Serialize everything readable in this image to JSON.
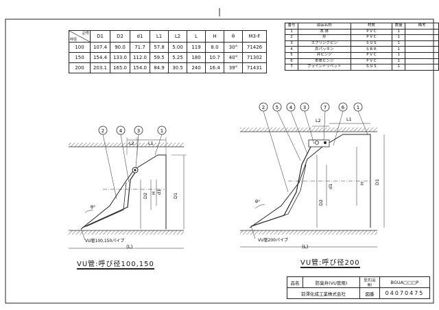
{
  "dimension_table": {
    "corner_top": "記号",
    "corner_bottom": "呼径",
    "headers": [
      "D1",
      "D2",
      "d1",
      "L1",
      "L2",
      "L",
      "H",
      "θ",
      "M3-F"
    ],
    "rows": [
      {
        "size": "100",
        "cells": [
          "107.4",
          "90.0",
          "71.7",
          "57.8",
          "5.00",
          "119",
          "8.0",
          "30°",
          "71426"
        ]
      },
      {
        "size": "150",
        "cells": [
          "154.4",
          "133.0",
          "112.0",
          "59.5",
          "5.25",
          "180",
          "10.7",
          "40°",
          "71302"
        ]
      },
      {
        "size": "200",
        "cells": [
          "203.1",
          "165.0",
          "154.0",
          "84.9",
          "30.5",
          "240",
          "16.4",
          "39°",
          "71431"
        ]
      }
    ]
  },
  "parts_table": {
    "headers": [
      "番号",
      "部品名称",
      "材質",
      "数量",
      "備考"
    ],
    "rows": [
      {
        "no": "1",
        "name": "本 体",
        "material": "P V C",
        "qty": "1",
        "note": ""
      },
      {
        "no": "2",
        "name": "弁",
        "material": "P V C",
        "qty": "1",
        "note": ""
      },
      {
        "no": "3",
        "name": "スプリングピン",
        "material": "S U S",
        "qty": "1",
        "note": ""
      },
      {
        "no": "4",
        "name": "弁パッキン",
        "material": "S B R",
        "qty": "1",
        "note": ""
      },
      {
        "no": "5",
        "name": "弁ヒンジ",
        "material": "P V C",
        "qty": "1",
        "note": ""
      },
      {
        "no": "6",
        "name": "本体ヒンジ",
        "material": "P V C",
        "qty": "1",
        "note": ""
      },
      {
        "no": "7",
        "name": "ブラインドリベット",
        "material": "S U S",
        "qty": "1",
        "note": ""
      }
    ]
  },
  "drawing_left": {
    "balloons": [
      "2",
      "4",
      "3",
      "1"
    ],
    "dims": {
      "l2": "L2",
      "l1": "L1",
      "d2": "D2",
      "d1": "D1",
      "h": "H",
      "d1_small": "d1",
      "theta": "θ°",
      "l": "(L)"
    },
    "pipe_label": "VU管100,150パイプ",
    "caption": "VU管:呼び径100,150"
  },
  "drawing_right": {
    "balloons": [
      "2",
      "5",
      "4",
      "3",
      "7",
      "6",
      "1"
    ],
    "dims": {
      "l2": "L2",
      "l1": "L1",
      "d2": "D2",
      "d1": "D1",
      "h": "H",
      "d1_small": "d1",
      "theta": "θ°",
      "l": "(L)"
    },
    "pipe_label": "VU管200パイプ",
    "caption": "VU管:呼び径200"
  },
  "title_block": {
    "name_label": "品名",
    "name_value": "防臭弁(VU管用)",
    "model_label": "型式(品番)",
    "model_value": "BGUA□□□P",
    "company": "前澤化成工業株式会社",
    "drawing_no_label": "図番",
    "drawing_no": "04070475"
  }
}
